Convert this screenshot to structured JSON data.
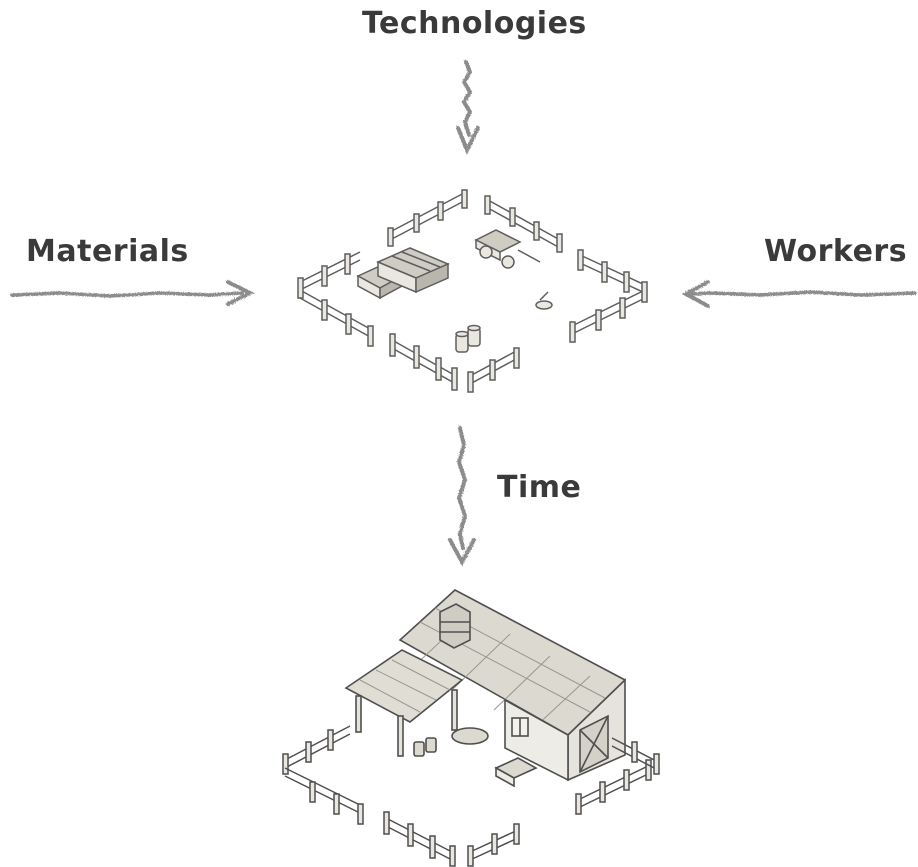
{
  "labels": {
    "technologies": "Technologies",
    "materials": "Materials",
    "workers": "Workers",
    "time": "Time"
  },
  "colors": {
    "text": "#3a3a3a",
    "sketch": "#8c8c8c",
    "sketch_dark": "#5e5e5e",
    "wood_light": "#e9e7e0",
    "wood_mid": "#cfccc3"
  }
}
